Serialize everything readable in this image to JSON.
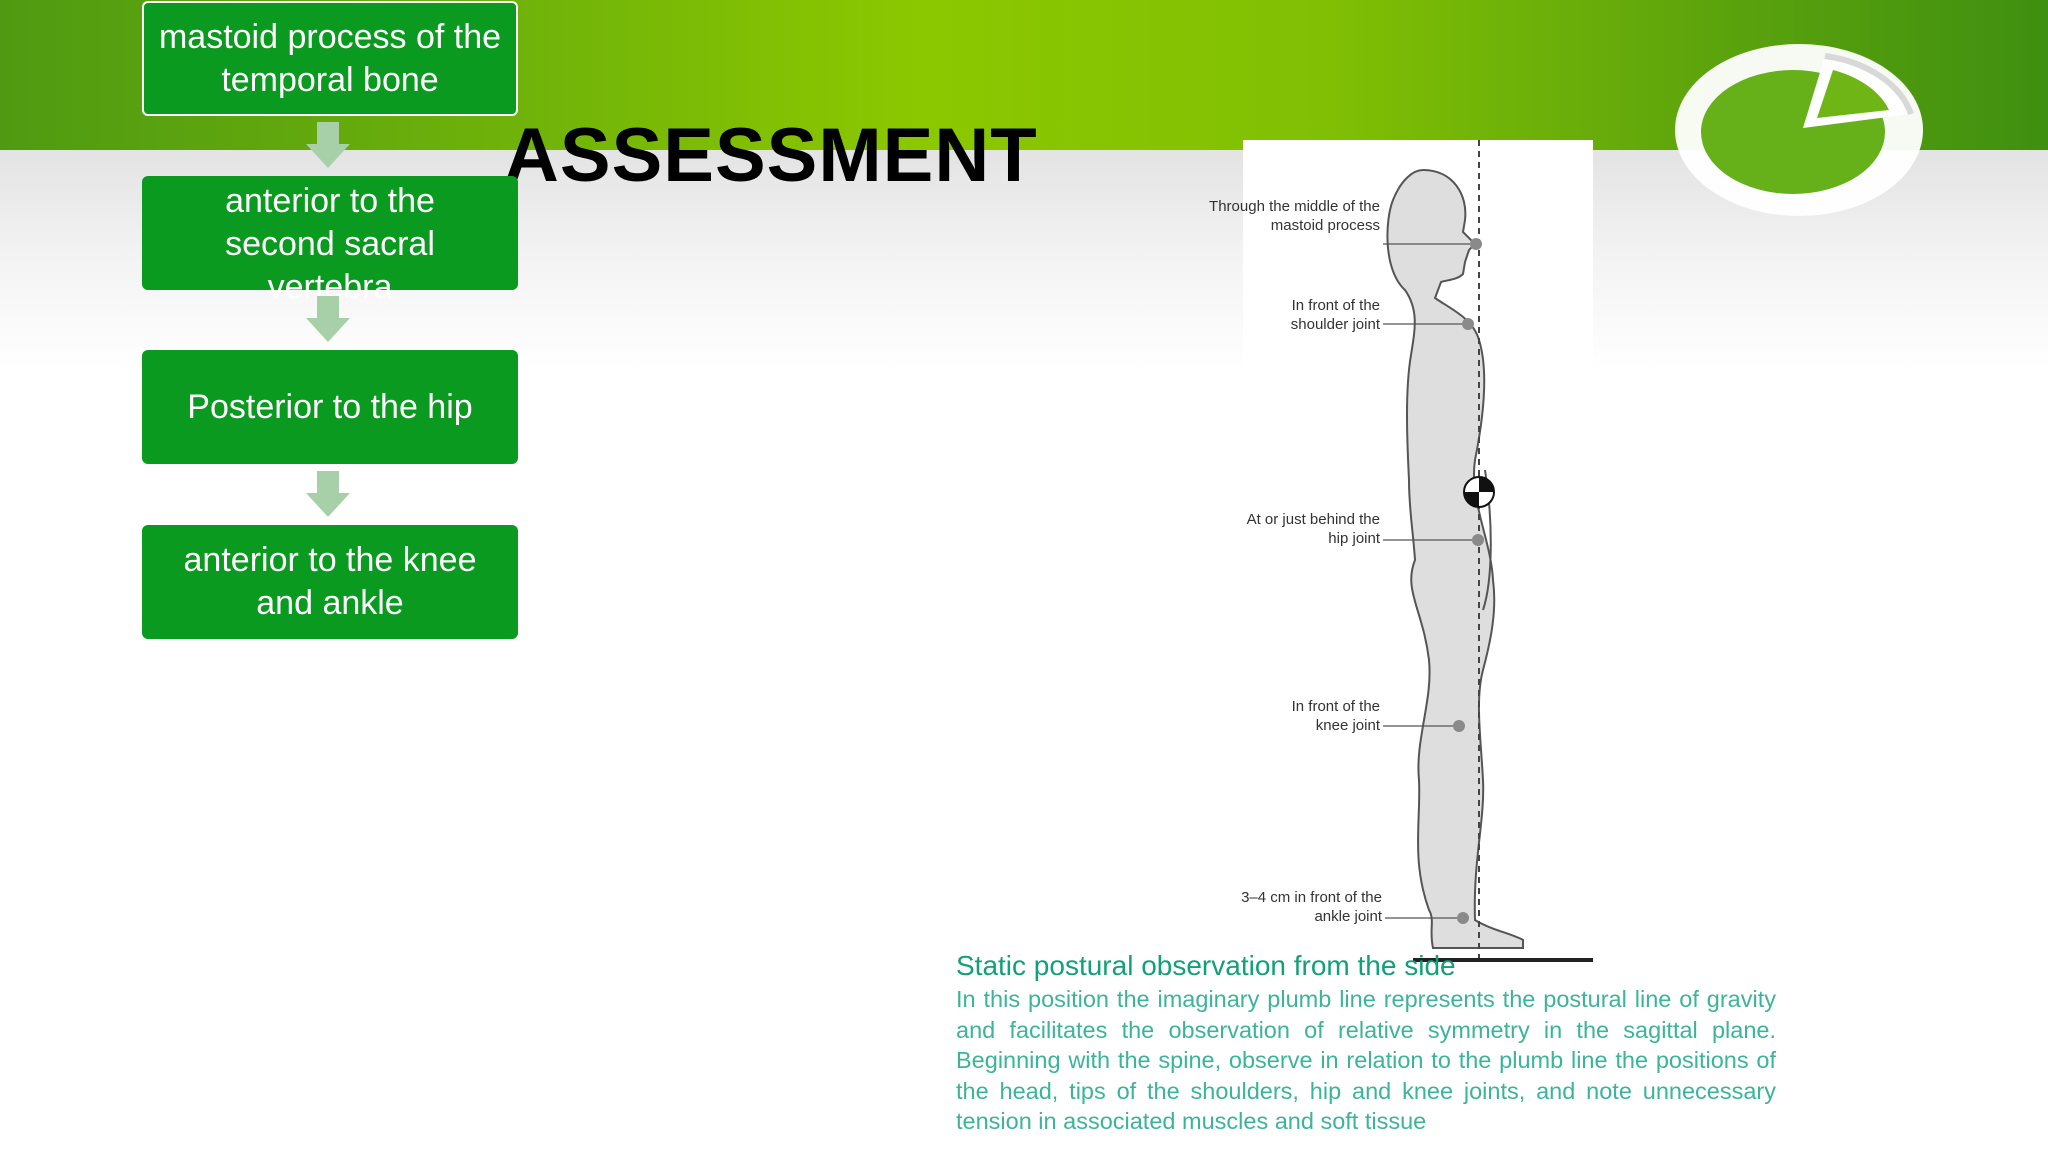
{
  "title": "ASSESSMENT",
  "flow_boxes": [
    "mastoid process of the temporal bone",
    "anterior to the second sacral vertebra",
    "Posterior to the hip",
    "anterior to the knee and ankle"
  ],
  "figure_labels": [
    "Through the middle of the mastoid process",
    "In front of the shoulder joint",
    "At or just behind the hip joint",
    "In front of the knee joint",
    "3–4 cm in front of the ankle joint"
  ],
  "caption": {
    "title": "Static postural observation from the side",
    "body": "In this position the imaginary plumb line represents the postural line of gravity and facilitates the observation of relative symmetry in the sagittal plane. Beginning with the spine, observe in relation to the plumb line the positions of the head, tips of the shoulders, hip and knee joints, and note unnecessary tension in associated muscles and soft tissue"
  },
  "colors": {
    "box_green": "#0a9a1f",
    "arrow_green": "#a8d0a8",
    "banner_green": "#8cc800",
    "caption_teal": "#3cb49a"
  }
}
